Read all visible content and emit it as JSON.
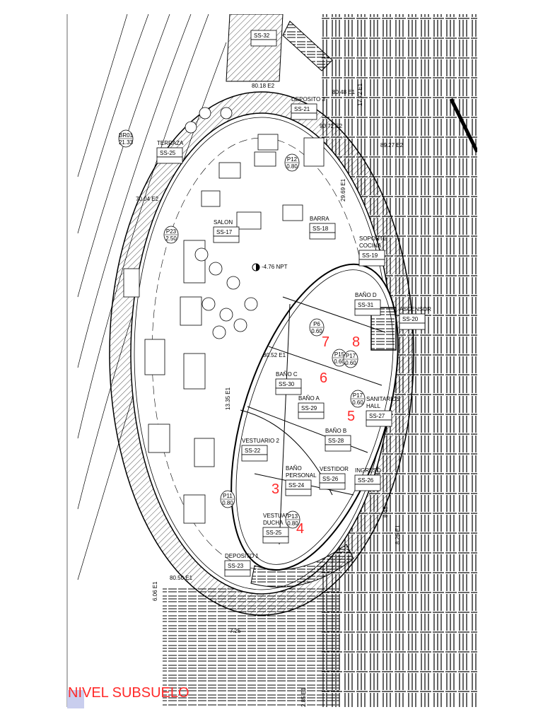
{
  "title": "NIVEL SUBSUELO",
  "accent_color": "#ff2a2a",
  "rooms": [
    {
      "id": "deposito3",
      "name": "DEPOSITO 3",
      "code": "SS-21"
    },
    {
      "id": "terraza",
      "name": "TERRAZA",
      "code": "SS-25"
    },
    {
      "id": "salon",
      "name": "SALON",
      "code": "SS-17"
    },
    {
      "id": "barra",
      "name": "BARRA",
      "code": "SS-18"
    },
    {
      "id": "soporte",
      "name": "SOPORTE COCINA",
      "code": "SS-19"
    },
    {
      "id": "banod",
      "name": "BAÑO D",
      "code": "SS-31"
    },
    {
      "id": "ascensor",
      "name": "ASCENSOR",
      "code": "SS-20"
    },
    {
      "id": "banoc",
      "name": "BAÑO C",
      "code": "SS-30"
    },
    {
      "id": "banoa",
      "name": "BAÑO A",
      "code": "SS-29"
    },
    {
      "id": "sanitarios",
      "name": "SANITARIOS HALL",
      "code": "SS-27"
    },
    {
      "id": "banob",
      "name": "BAÑO B",
      "code": "SS-28"
    },
    {
      "id": "vestuario2",
      "name": "VESTUARIO 2",
      "code": "SS-22"
    },
    {
      "id": "banopersonal",
      "name": "BAÑO PERSONAL",
      "code": "SS-24"
    },
    {
      "id": "vestidor",
      "name": "VESTIDOR",
      "code": "SS-26"
    },
    {
      "id": "ingreso",
      "name": "INGRESO",
      "code": "SS-26"
    },
    {
      "id": "vestuario1",
      "name": "VESTUARIO DUCHA",
      "code": "SS-25"
    },
    {
      "id": "deposito1",
      "name": "DEPOSITO 1",
      "code": "SS-23"
    },
    {
      "id": "s32",
      "name": "",
      "code": "SS-32"
    }
  ],
  "door_tags": [
    {
      "id": "P12",
      "label": "P12",
      "size": "0.80"
    },
    {
      "id": "P23",
      "label": "P23",
      "size": "2.50"
    },
    {
      "id": "P6",
      "label": "P6",
      "size": "0.60"
    },
    {
      "id": "P15",
      "label": "P15",
      "size": "0.60"
    },
    {
      "id": "P17a",
      "label": "P17",
      "size": "0.60"
    },
    {
      "id": "P17b",
      "label": "P17",
      "size": "0.60"
    },
    {
      "id": "P11",
      "label": "P11",
      "size": "0.80"
    },
    {
      "id": "P13",
      "label": "P13",
      "size": "0.80"
    },
    {
      "id": "BR01",
      "label": "BR01",
      "size": "21.33"
    }
  ],
  "markers": [
    "3",
    "4",
    "5",
    "6",
    "7",
    "8"
  ],
  "level_note": "-4.76 NPT",
  "dimensions": [
    "80.48 E1",
    "90.72 E2",
    "80.18 E2",
    "89.27 E2",
    "29.69 E1",
    "17.72 E1",
    "70.04 E2",
    "13.35 E1",
    "80.52 E1",
    "80.50 E1",
    "6.06 E1",
    "7.25",
    "8.26 E1",
    "2.85 E1",
    "8.48"
  ]
}
